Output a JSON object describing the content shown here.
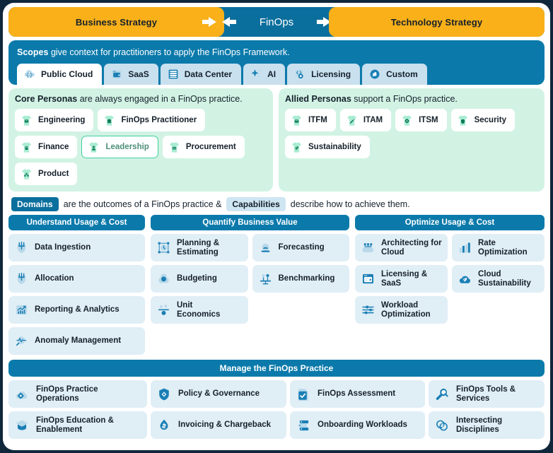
{
  "header": {
    "business_strategy": "Business Strategy",
    "finops": "FinOps",
    "technology_strategy": "Technology Strategy",
    "arrow_left_icon": "double-arrow-icon",
    "arrow_right_icon": "double-arrow-icon"
  },
  "scopes": {
    "intro_bold": "Scopes",
    "intro_rest": " give context for practitioners to apply the FinOps Framework.",
    "tabs": [
      {
        "label": "Public Cloud",
        "icon": "globe-cloud-icon",
        "active": true
      },
      {
        "label": "SaaS",
        "icon": "saas-window-icon",
        "active": false
      },
      {
        "label": "Data Center",
        "icon": "data-center-rack-icon",
        "active": false
      },
      {
        "label": "AI",
        "icon": "sparkle-ai-icon",
        "active": false
      },
      {
        "label": "Licensing",
        "icon": "licensing-key-icon",
        "active": false
      },
      {
        "label": "Custom",
        "icon": "custom-puzzle-icon",
        "active": false
      }
    ]
  },
  "personas": {
    "core": {
      "head_bold": "Core Personas",
      "head_rest": " are always engaged in a FinOps practice.",
      "items": [
        {
          "label": "Engineering",
          "icon": "engineering-persona-icon",
          "highlight": false
        },
        {
          "label": "FinOps Practitioner",
          "icon": "finops-practitioner-persona-icon",
          "highlight": false
        },
        {
          "label": "Finance",
          "icon": "finance-persona-icon",
          "highlight": false
        },
        {
          "label": "Leadership",
          "icon": "leadership-persona-icon",
          "highlight": true
        },
        {
          "label": "Procurement",
          "icon": "procurement-persona-icon",
          "highlight": false
        },
        {
          "label": "Product",
          "icon": "product-persona-icon",
          "highlight": false
        }
      ]
    },
    "allied": {
      "head_bold": "Allied Personas",
      "head_rest": " support a FinOps practice.",
      "items": [
        {
          "label": "ITFM",
          "icon": "itfm-persona-icon",
          "highlight": false
        },
        {
          "label": "ITAM",
          "icon": "itam-persona-icon",
          "highlight": false
        },
        {
          "label": "ITSM",
          "icon": "itsm-persona-icon",
          "highlight": false
        },
        {
          "label": "Security",
          "icon": "security-persona-icon",
          "highlight": false
        },
        {
          "label": "Sustainability",
          "icon": "sustainability-persona-icon",
          "highlight": false
        }
      ]
    }
  },
  "domains_intro": {
    "badge_domains": "Domains",
    "mid_text": "are the outcomes of a FinOps practice &",
    "badge_capabilities": "Capabilities",
    "end_text": "describe how to achieve them."
  },
  "domains": [
    {
      "title": "Understand Usage & Cost",
      "columns": [
        [
          {
            "label": "Data Ingestion",
            "icon": "data-ingestion-icon"
          },
          {
            "label": "Allocation",
            "icon": "allocation-icon"
          },
          {
            "label": "Reporting & Analytics",
            "icon": "reporting-analytics-icon"
          },
          {
            "label": "Anomaly Management",
            "icon": "anomaly-management-icon"
          }
        ]
      ]
    },
    {
      "title": "Quantify Business Value",
      "columns": [
        [
          {
            "label": "Planning &\nEstimating",
            "icon": "planning-estimating-icon"
          },
          {
            "label": "Budgeting",
            "icon": "budgeting-icon"
          },
          {
            "label": "Unit\nEconomics",
            "icon": "unit-economics-icon"
          }
        ],
        [
          {
            "label": "Forecasting",
            "icon": "forecasting-icon"
          },
          {
            "label": "Benchmarking",
            "icon": "benchmarking-icon"
          }
        ]
      ]
    },
    {
      "title": "Optimize Usage & Cost",
      "columns": [
        [
          {
            "label": "Architecting for\nCloud",
            "icon": "architecting-for-cloud-icon"
          },
          {
            "label": "Licensing &\nSaaS",
            "icon": "licensing-saas-icon"
          },
          {
            "label": "Workload\nOptimization",
            "icon": "workload-optimization-icon"
          }
        ],
        [
          {
            "label": "Rate\nOptimization",
            "icon": "rate-optimization-icon"
          },
          {
            "label": "Cloud\nSustainability",
            "icon": "cloud-sustainability-icon"
          }
        ]
      ]
    }
  ],
  "manage": {
    "title": "Manage the FinOps Practice",
    "items": [
      {
        "label": "FinOps Practice\nOperations",
        "icon": "finops-practice-operations-icon"
      },
      {
        "label": "Policy & Governance",
        "icon": "policy-governance-icon"
      },
      {
        "label": "FinOps Assessment",
        "icon": "finops-assessment-icon"
      },
      {
        "label": "FinOps Tools & Services",
        "icon": "finops-tools-services-icon"
      },
      {
        "label": "FinOps Education &\nEnablement",
        "icon": "finops-education-enablement-icon"
      },
      {
        "label": "Invoicing & Chargeback",
        "icon": "invoicing-chargeback-icon"
      },
      {
        "label": "Onboarding Workloads",
        "icon": "onboarding-workloads-icon"
      },
      {
        "label": "Intersecting Disciplines",
        "icon": "intersecting-disciplines-icon"
      }
    ]
  },
  "colors": {
    "amber": "#f9b019",
    "blue_dark": "#0b6f9d",
    "blue": "#0b7aab",
    "blue_tab_inactive": "#c9e0ef",
    "cap_bg": "#e0eef6",
    "mint": "#d2f3e4",
    "teal": "#3ecfa0",
    "navy_bg": "#10263b"
  }
}
